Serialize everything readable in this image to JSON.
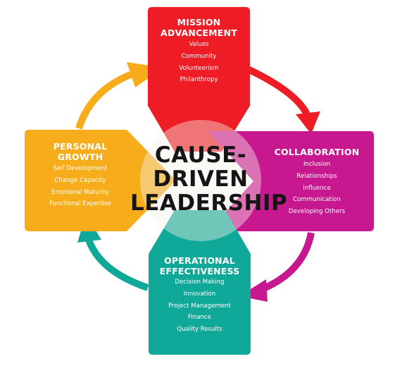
{
  "center": {
    "lines": [
      "CAUSE-",
      "DRIVEN",
      "LEADERSHIP"
    ]
  },
  "sections": {
    "mission": {
      "title_lines": [
        "MISSION",
        "ADVANCEMENT"
      ],
      "items": [
        "Values",
        "Community",
        "Volunteerism",
        "Philanthropy"
      ],
      "color": "#ee1c25"
    },
    "collaboration": {
      "title_lines": [
        "COLLABORATION"
      ],
      "items": [
        "Inclusion",
        "Relationships",
        "Influence",
        "Communication",
        "Developing Others"
      ],
      "color": "#c8188f"
    },
    "operational": {
      "title_lines": [
        "OPERATIONAL",
        "EFFECTIVENESS"
      ],
      "items": [
        "Decision Making",
        "Innovation",
        "Project Management",
        "Finance",
        "Quality Results"
      ],
      "color": "#10a898"
    },
    "personal": {
      "title_lines": [
        "PERSONAL",
        "GROWTH"
      ],
      "items": [
        "Self Development",
        "Change Capacity",
        "Emotional Maturity",
        "Functional Expertise"
      ],
      "color": "#f7ad1b"
    }
  },
  "center_circle_color": "#f3f0e6"
}
